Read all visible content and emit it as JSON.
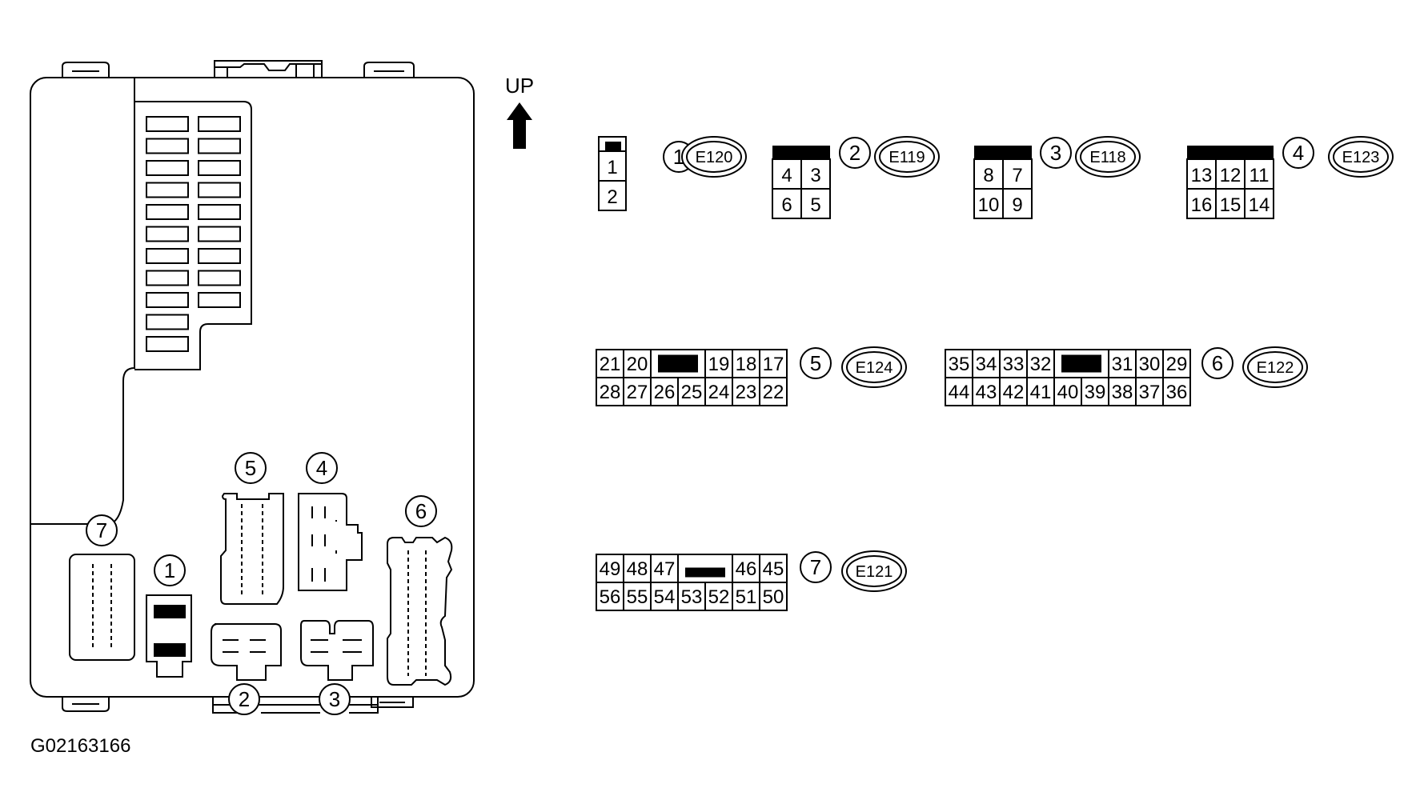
{
  "figure_id": "G02163166",
  "orientation_label": "UP",
  "connectors": [
    {
      "num": "1",
      "code": "E120",
      "rows": [
        [
          "1"
        ],
        [
          "2"
        ]
      ]
    },
    {
      "num": "2",
      "code": "E119",
      "rows": [
        [
          "4",
          "3"
        ],
        [
          "6",
          "5"
        ]
      ]
    },
    {
      "num": "3",
      "code": "E118",
      "rows": [
        [
          "8",
          "7"
        ],
        [
          "10",
          "9"
        ]
      ]
    },
    {
      "num": "4",
      "code": "E123",
      "rows": [
        [
          "13",
          "12",
          "11"
        ],
        [
          "16",
          "15",
          "14"
        ]
      ]
    },
    {
      "num": "5",
      "code": "E124",
      "rows": [
        [
          "21",
          "20",
          "",
          "19",
          "18",
          "17"
        ],
        [
          "28",
          "27",
          "26",
          "25",
          "24",
          "23",
          "22"
        ]
      ]
    },
    {
      "num": "6",
      "code": "E122",
      "rows": [
        [
          "35",
          "34",
          "33",
          "32",
          "",
          "31",
          "30",
          "29"
        ],
        [
          "44",
          "43",
          "42",
          "41",
          "40",
          "39",
          "38",
          "37",
          "36"
        ]
      ]
    },
    {
      "num": "7",
      "code": "E121",
      "rows": [
        [
          "49",
          "48",
          "47",
          "",
          "46",
          "45"
        ],
        [
          "56",
          "55",
          "54",
          "53",
          "52",
          "51",
          "50"
        ]
      ]
    }
  ],
  "box_callouts": [
    "5",
    "4",
    "6",
    "7",
    "1",
    "2",
    "3"
  ]
}
